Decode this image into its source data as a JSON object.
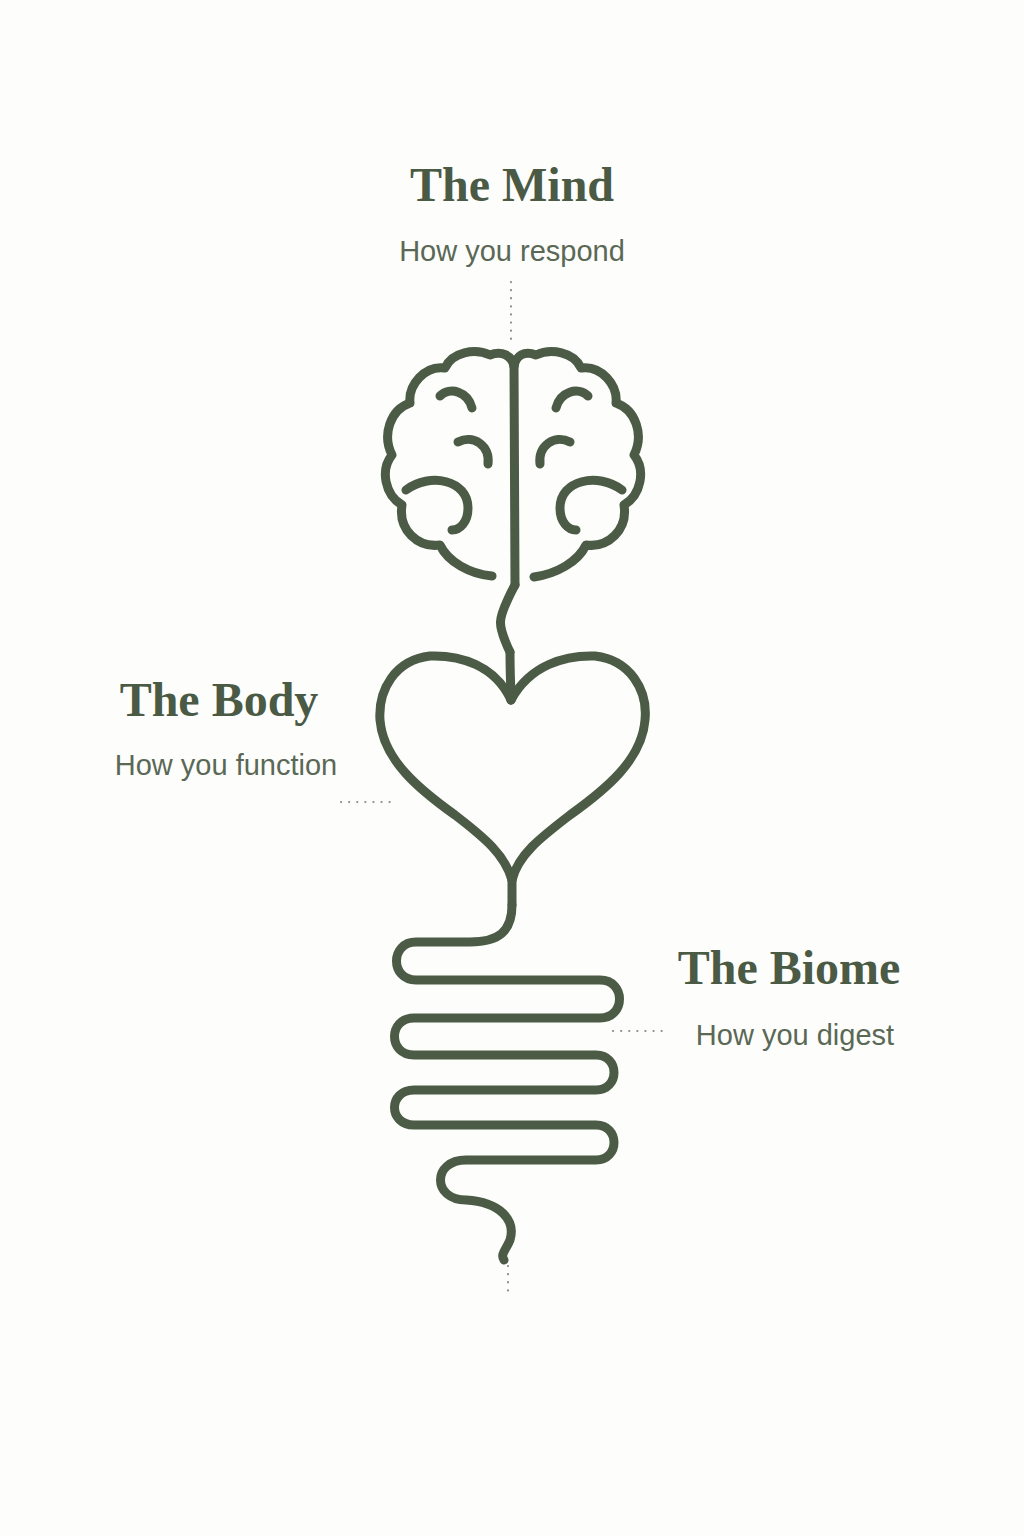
{
  "diagram": {
    "nodes": [
      {
        "text": [
          "The Mind",
          "How you respond"
        ]
      },
      {
        "text": [
          "The Body",
          "How you function"
        ]
      },
      {
        "text": [
          "The Biome",
          "How you digest"
        ]
      }
    ],
    "edges": [
      {
        "from": 0,
        "to": 1,
        "arrow": "none"
      },
      {
        "from": 1,
        "to": 2,
        "arrow": "none"
      }
    ]
  }
}
